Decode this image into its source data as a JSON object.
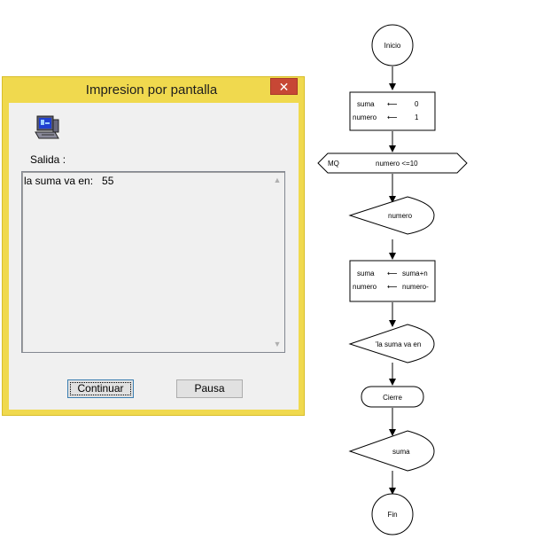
{
  "dialog": {
    "title": "Impresion por pantalla",
    "close_glyph": "✕",
    "icon": "computer-icon",
    "salida_label": "Salida :",
    "output_text": "la suma va en:   55",
    "continuar_label": "Continuar",
    "pausa_label": "Pausa",
    "colors": {
      "frame": "#f0d94e",
      "close": "#c74735",
      "client": "#f0f0f0"
    }
  },
  "flowchart": {
    "start": "Inicio",
    "assign1": {
      "row1_var": "suma",
      "row1_val": "0",
      "row2_var": "numero",
      "row2_val": "1",
      "arrow": "⟵"
    },
    "loop_label": "MQ",
    "loop_condition": "numero <=10",
    "input_var": "numero",
    "assign2": {
      "row1_var": "suma",
      "row1_val": "suma+n",
      "row2_var": "numero",
      "row2_val": "numero-",
      "arrow": "⟵"
    },
    "output1": "'la suma va en",
    "close_label": "Cierre",
    "output2": "suma",
    "end": "Fin"
  }
}
